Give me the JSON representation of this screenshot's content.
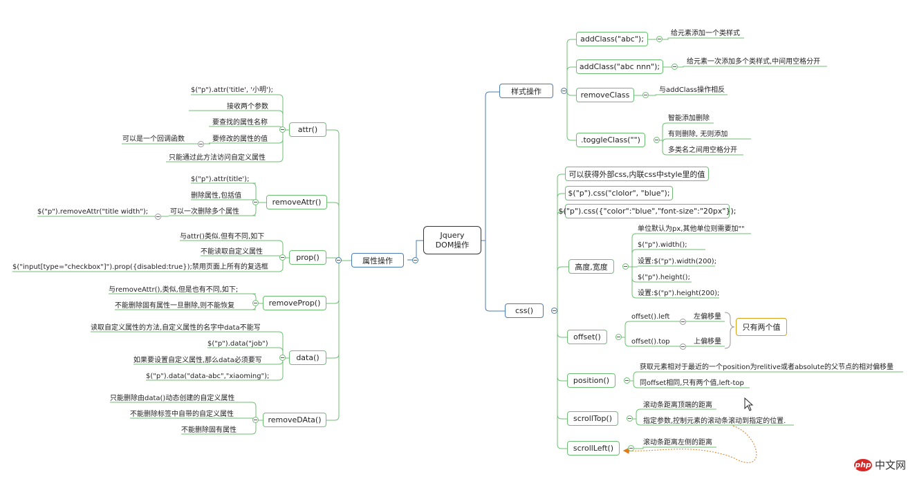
{
  "root": {
    "line1": "Jquery",
    "line2": "DOM操作"
  },
  "left_main": "属性操作",
  "style_main": "样式操作",
  "css_main": "css()",
  "left": {
    "attr": {
      "label": "attr()",
      "items": [
        "$(\"p\").attr('title', '小明');",
        "接收两个参数",
        "要查找的属性名称",
        "要修改的属性的值",
        "只能通过此方法访问自定义属性"
      ],
      "sub": "可以是一个回调函数"
    },
    "removeAttr": {
      "label": "removeAttr()",
      "items": [
        "$(\"p\").attr(title');",
        "删除属性,包括值",
        "可以一次删除多个属性"
      ],
      "sub": "$(\"p\").removeAttr(\"title width\");"
    },
    "prop": {
      "label": "prop()",
      "items": [
        "与attr()类似.但有不同,如下",
        "不能读取自定义属性",
        "$(\"input[type=\"checkbox\"]\").prop({disabled:true});禁用页面上所有的复选框"
      ]
    },
    "removeProp": {
      "label": "removeProp()",
      "items": [
        "与removeAttr(),类似,但是也有不同,如下;",
        "不能删除固有属性一旦删除,则不能恢复"
      ]
    },
    "data": {
      "label": "data()",
      "items": [
        "读取自定义属性的方法,自定义属性的名字中data不能写",
        "$(\"p\").data(\"job\")",
        "如果要设置自定义属性,那么data必须要写",
        "$(\"p\").data(\"data-abc\",\"xiaoming\");"
      ]
    },
    "removeData": {
      "label": "removeDAta()",
      "items": [
        "只能删除由data()动态创建的自定义属性",
        "不能删除标签中自带的自定义属性",
        "不能删除固有属性"
      ]
    }
  },
  "style": {
    "addClass1": {
      "label": "addClass(\"abc\");",
      "note": "给元素添加一个类样式"
    },
    "addClass2": {
      "label": "addClass(\"abc nnn\");",
      "note": "给元素一次添加多个类样式,中间用空格分开"
    },
    "removeClass": {
      "label": "removeClass",
      "note": "与addClass操作相反"
    },
    "toggleClass": {
      "label": ".toggleClass(\"\")",
      "notes": [
        "智能添加删除",
        "有则删除, 无则添加",
        "多类名之间用空格分开"
      ]
    }
  },
  "css": {
    "c1": "可以获得外部css,内联css中style里的值",
    "c2": "$(\"p\").css(\"clolor\", \"blue\");",
    "c3": "$(\"p\").css({\"color\":\"blue\",\"font-size\":\"20px\"});",
    "size": {
      "label": "高度,宽度",
      "items": [
        "单位默认为px,其他单位则需要加\"\"",
        "$(\"p\").width();",
        "设置:$(\"p\").width(200);",
        "$(\"p\").height();",
        "设置:$(\"p\").height(200);"
      ]
    },
    "offset": {
      "label": "offset()",
      "a": "offset().left",
      "a_note": "左偏移量",
      "b": "offset().top",
      "b_note": "上偏移量",
      "summary": "只有两个值"
    },
    "position": {
      "label": "position()",
      "items": [
        "获取元素相对于最近的一个position为relitive或者absolute的父节点的相对偏移量",
        "同offset相同,只有两个值,left-top"
      ]
    },
    "scrollTop": {
      "label": "scrollTop()",
      "items": [
        "滚动条距离顶端的距离",
        "指定参数,控制元素的滚动条滚动到指定的位置."
      ]
    },
    "scrollLeft": {
      "label": "scrollLeft()",
      "items": [
        "滚动条距离左侧的距离"
      ]
    }
  },
  "watermark": {
    "badge": "php",
    "text": "中文网"
  },
  "colors": {
    "green": "#6cbf72",
    "blue": "#4a7bb0",
    "gold": "#d4a017",
    "relation": "#e07b1a"
  }
}
